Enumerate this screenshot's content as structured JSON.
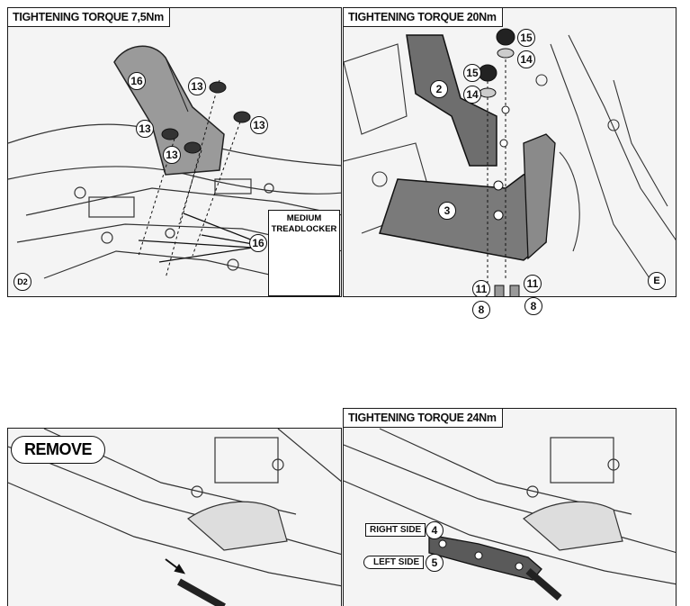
{
  "panels": {
    "d2": {
      "title": "TIGHTENING TORQUE 7,5Nm",
      "step": "D2",
      "callouts": [
        "16",
        "13",
        "13",
        "13",
        "13",
        "16"
      ],
      "treadlocker": [
        "MEDIUM",
        "TREADLOCKER"
      ]
    },
    "e": {
      "title": "TIGHTENING TORQUE 20Nm",
      "step": "E",
      "callouts": [
        "15",
        "14",
        "15",
        "14",
        "2",
        "3",
        "11",
        "11",
        "8",
        "8"
      ]
    },
    "remove": {
      "label": "REMOVE"
    },
    "torque24": {
      "title": "TIGHTENING TORQUE 24Nm",
      "right_side_label": "RIGHT SIDE",
      "right_side_callout": "4",
      "left_side_label": "LEFT SIDE",
      "left_side_callout": "5"
    }
  }
}
